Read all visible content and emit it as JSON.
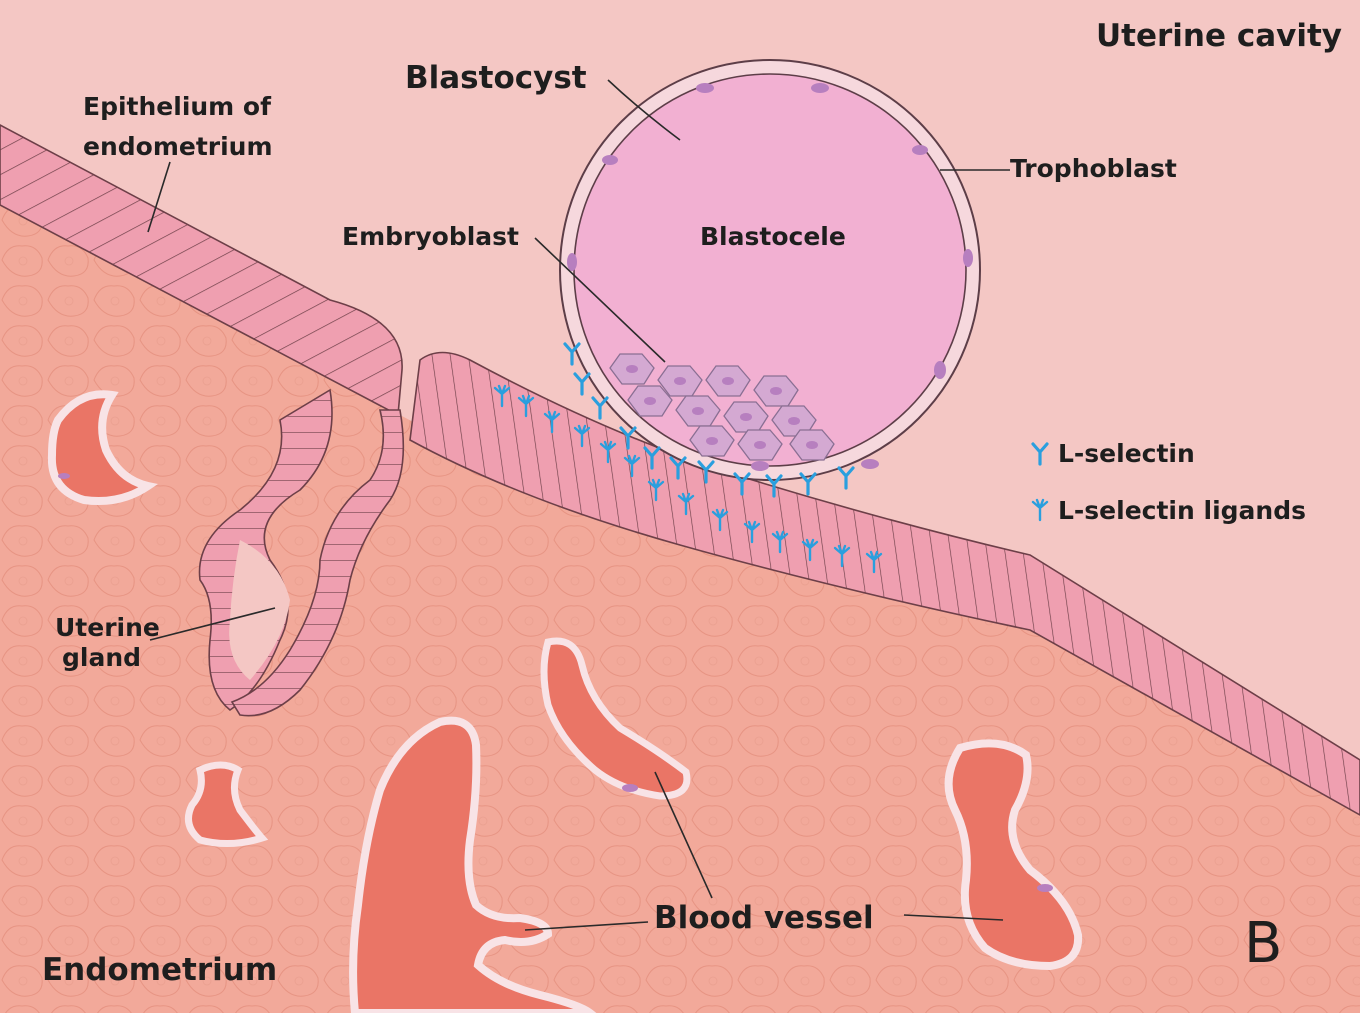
{
  "labels": {
    "uterine_cavity": "Uterine cavity",
    "blastocyst": "Blastocyst",
    "epithelium_line1": "Epithelium of",
    "epithelium_line2": "endometrium",
    "trophoblast": "Trophoblast",
    "blastocele": "Blastocele",
    "embryoblast": "Embryoblast",
    "uterine_gland_line1": "Uterine",
    "uterine_gland_line2": "gland",
    "blood_vessel": "Blood vessel",
    "endometrium": "Endometrium",
    "panel_letter": "B"
  },
  "legend": {
    "l_selectin": "L-selectin",
    "l_selectin_ligands": "L-selectin ligands"
  },
  "colors": {
    "uterine_cavity_bg": "#f4c7c4",
    "endometrium_tissue": "#f2a99a",
    "epithelium": "#ef9fb0",
    "blastocele": "#f2b0d2",
    "embryoblast_cells": "#d4a9d2",
    "blood": "#ea7566",
    "receptor": "#2a9fde"
  }
}
